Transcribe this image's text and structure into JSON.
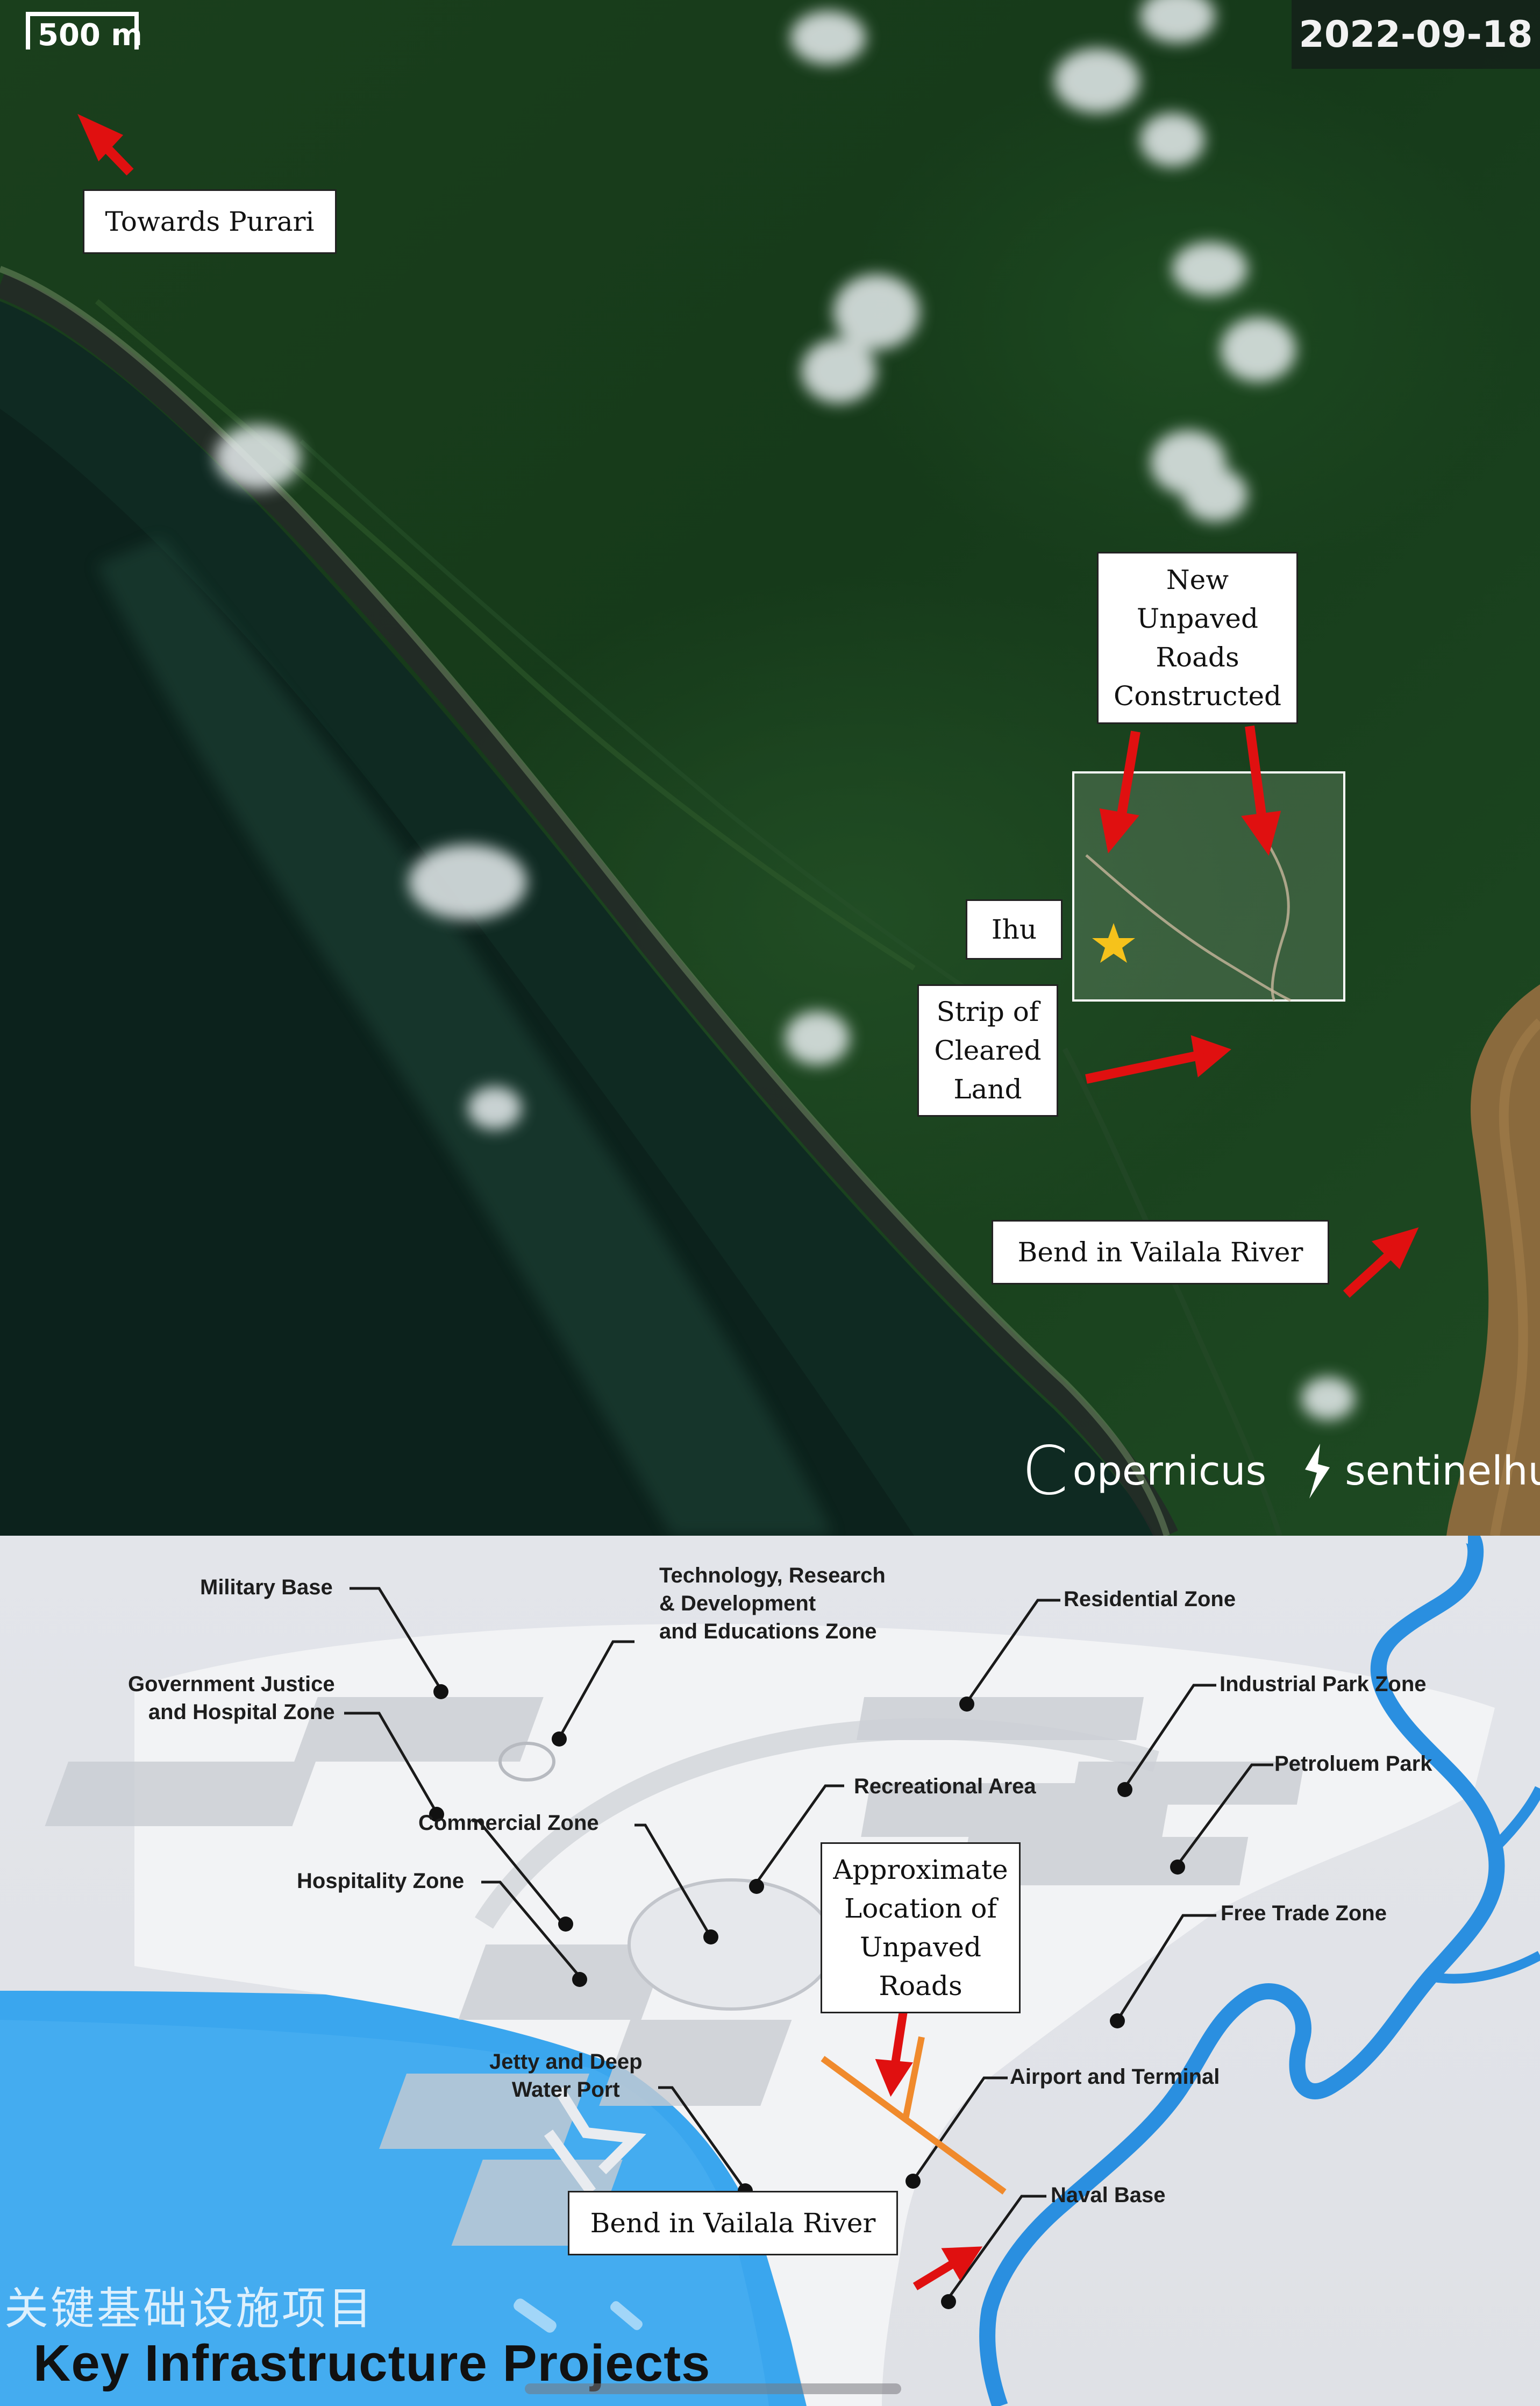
{
  "satellite": {
    "scale_label": "500 m",
    "date": "2022-09-18",
    "callouts": {
      "towards_purari": "Towards Purari",
      "new_roads": "New\nUnpaved\nRoads\nConstructed",
      "ihu": "Ihu",
      "cleared_land": "Strip of\nCleared\nLand",
      "river_bend": "Bend in Vailala River"
    },
    "credits": {
      "copernicus": "opernicus",
      "copernicus_c": "C",
      "sentinelhub": "sentinelhub"
    },
    "colors": {
      "arrow": "#e01010",
      "star": "#f6c21b",
      "river": "#8a6a3d",
      "sea": "#10271f"
    }
  },
  "plan": {
    "zones": {
      "military_base": "Military Base",
      "tech_research": "Technology, Research\n& Development\nand Educations Zone",
      "residential": "Residential Zone",
      "gov_justice": "Government Justice\nand Hospital Zone",
      "industrial_park": "Industrial Park Zone",
      "petroleum_park": "Petroluem Park",
      "recreational": "Recreational Area",
      "commercial": "Commercial Zone",
      "hospitality": "Hospitality Zone",
      "free_trade": "Free Trade Zone",
      "jetty_port": "Jetty and Deep\nWater Port",
      "airport": "Airport and Terminal",
      "naval_base": "Naval Base"
    },
    "callouts": {
      "unpaved_roads": "Approximate\nLocation of\nUnpaved\nRoads",
      "river_bend": "Bend in Vailala River"
    },
    "title_cn": "关键基础设施项目",
    "title_en": "Key Infrastructure Projects",
    "colors": {
      "river": "#2a8fe0",
      "sea": "#3aa6ee",
      "orange_line": "#f08a2c",
      "arrow": "#e01010"
    }
  }
}
